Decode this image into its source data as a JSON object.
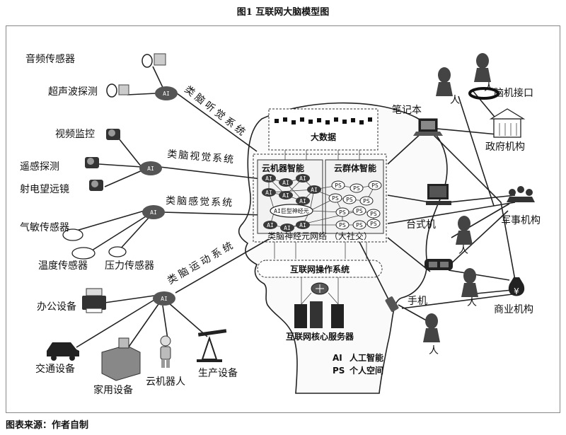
{
  "figure_title": "图1 互联网大脑模型图",
  "source_note": "图表来源：作者自制",
  "systems": {
    "auditory": "类脑听觉系统",
    "visual": "类脑视觉系统",
    "sensory": "类脑感觉系统",
    "motor": "类脑运动系统"
  },
  "ai_hub_label": "AI",
  "sensors": {
    "audio": "音频传感器",
    "ultrasonic": "超声波探测",
    "video": "视频监控",
    "remote_sensing": "遥感探测",
    "telescope": "射电望远镜",
    "gas": "气敏传感器",
    "temperature": "温度传感器",
    "pressure": "压力传感器"
  },
  "devices": {
    "office": "办公设备",
    "traffic": "交通设备",
    "home": "家用设备",
    "robot": "云机器人",
    "production": "生产设备"
  },
  "core": {
    "big_data": "大数据",
    "cloud_machine": "云机器智能",
    "cloud_group": "云群体智能",
    "ai_giant_neuron": "AI巨型神经元",
    "neural_network": "类脑神经元网络 （大社交）",
    "os": "互联网操作系统",
    "core_servers": "互联网核心服务器",
    "ai_node": "AI",
    "ps_node": "PS"
  },
  "right_side": {
    "person": "人",
    "bci": "脑机接口",
    "laptop": "笔记本",
    "government": "政府机构",
    "desktop": "台式机",
    "military": "军事机构",
    "business": "商业机构",
    "phone": "手机"
  },
  "legend": {
    "ai_key": "AI",
    "ai_desc": "人工智能",
    "ps_key": "PS",
    "ps_desc": "个人空间"
  },
  "colors": {
    "ink": "#111111",
    "hub_fill": "#555555",
    "node_fill": "#3a3a3a",
    "panel": "#f2f2f2"
  }
}
